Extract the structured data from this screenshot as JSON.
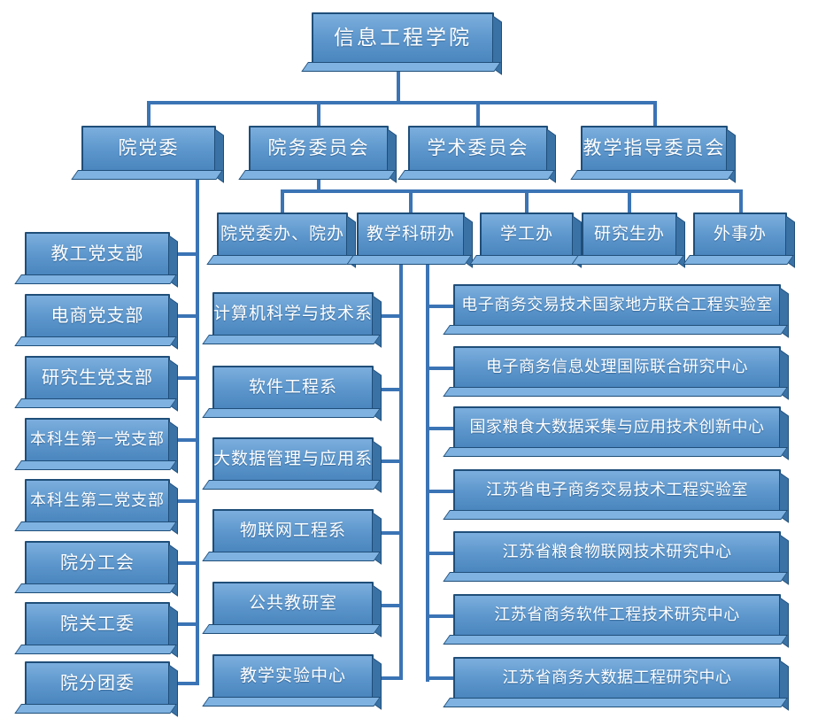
{
  "diagram": {
    "type": "org-chart",
    "title": "信息工程学院",
    "root": "信息工程学院",
    "level2": [
      "院党委",
      "院务委员会",
      "学术委员会",
      "教学指导委员会"
    ],
    "party_branches": [
      "教工党支部",
      "电商党支部",
      "研究生党支部",
      "本科生第一党支部",
      "本科生第二党支部",
      "院分工会",
      "院关工委",
      "院分团委"
    ],
    "offices": [
      "院党委办、院办",
      "教学科研办",
      "学工办",
      "研究生办",
      "外事办"
    ],
    "departments": [
      "计算机科学与技术系",
      "软件工程系",
      "大数据管理与应用系",
      "物联网工程系",
      "公共教研室",
      "教学实验中心"
    ],
    "research_centers": [
      "电子商务交易技术国家地方联合工程实验室",
      "电子商务信息处理国际联合研究中心",
      "国家粮食大数据采集与应用技术创新中心",
      "江苏省电子商务交易技术工程实验室",
      "江苏省粮食物联网技术研究中心",
      "江苏省商务软件工程技术研究中心",
      "江苏省商务大数据工程研究中心"
    ],
    "colors": {
      "box_face": "#5B95CB",
      "box_face_light": "#7CAFDE",
      "box_border": "#1F4E79",
      "facet_right": "#3A72A6",
      "facet_bottom": "#7FB2E0",
      "connector": "#3B74B5",
      "text": "#FFFFFF",
      "background": "#FFFFFF"
    }
  }
}
